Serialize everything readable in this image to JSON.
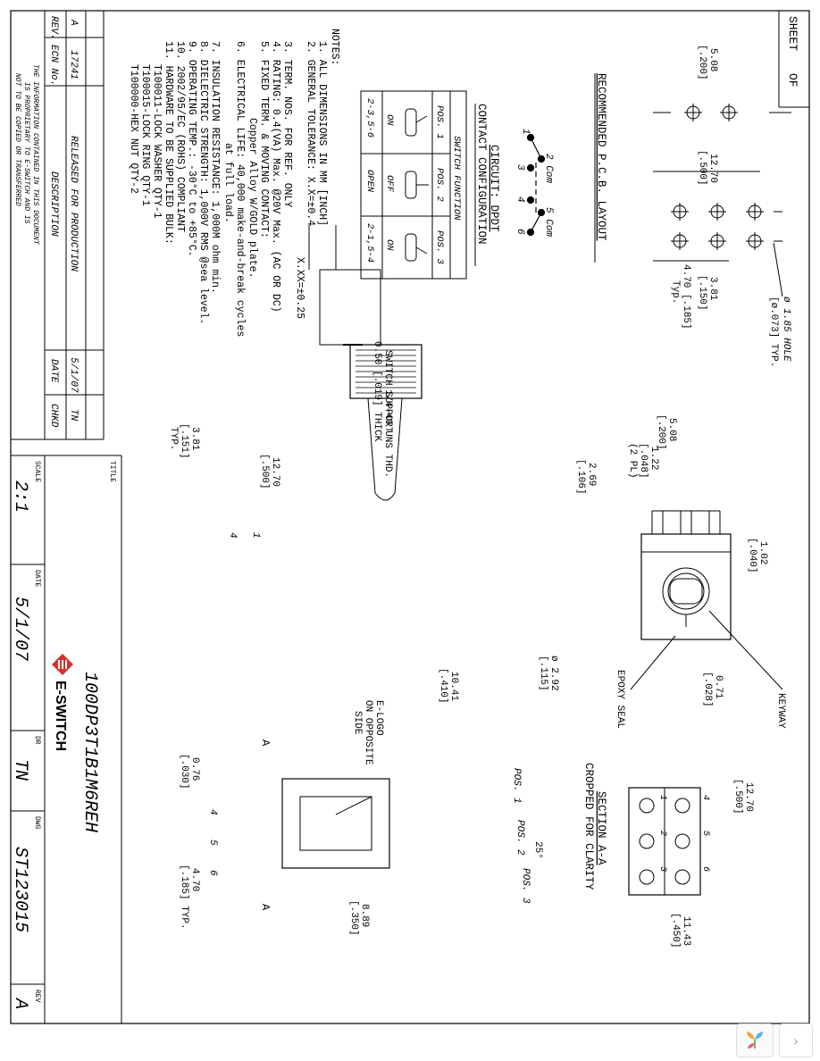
{
  "sheet_header": {
    "sheet": "SHEET",
    "of": "OF"
  },
  "notes": {
    "title": "NOTES:",
    "lines": [
      "1. ALL DIMENSIONS IN MM [INCH]",
      "2. GENERAL TOLERANCE: X.X=±0.4",
      "X.XX=±0.25",
      "3. TERM. NOS. FOR REF. ONLY",
      "4. RATING: 0.4(VA) Max. @20V Max. (AC OR DC)",
      "5. FIXED TERM. & MOVING CONTACT:",
      "Copper Alloy W/GOLD plate.",
      "6. ELECTRICAL LIFE: 40,000 make-and-break cycles",
      "at full load.",
      "7. INSULATION RESISTANCE: 1,000M ohm min.",
      "8. DIELECTRIC STRENGTH: 1,000V RMS @sea level.",
      "9. OPERATING TEMP.: -30°C to +85°C.",
      "10. 2002/95/EC (ROHS) COMPLIANT",
      "11. HARDWARE TO BE SUPPLIED BULK:",
      "T100011-LOCK WASHER QTY-1",
      "T100015-LOCK RING QTY-1",
      "T100000-HEX NUT QTY-2"
    ]
  },
  "revision_block": {
    "headers": [
      "REV.",
      "ECN No.",
      "DESCRIPTION",
      "DATE",
      "CHKD"
    ],
    "row": [
      "A",
      "17241",
      "RELEASED FOR PRODUCTION",
      "5/1/07",
      "TN"
    ],
    "proprietary": [
      "THE INFORMATION CONTAINED IN THIS DOCUMENT",
      "IS PROPRIETARY TO E-SWITCH AND IS",
      "NOT TO BE COPIED OR TRANSFERRED"
    ]
  },
  "title_block": {
    "title_label": "TITLE",
    "title": "100DP3T1B1M6REH",
    "scale_label": "SCALE",
    "scale": "2:1",
    "date_label": "DATE",
    "date": "5/1/07",
    "dr_label": "DR",
    "dr": "TN",
    "dwg_label": "DWG",
    "dwg": "ST123015",
    "rev_label": "REV",
    "rev": "A",
    "logo_text": "E-SWITCH"
  },
  "circuit": {
    "title": "CIRCUIT: DPDT",
    "subtitle": "CONTACT CONFIGURATION",
    "table_header": "SWITCH FUNCTION",
    "positions": [
      "POS. 1",
      "POS. 2",
      "POS. 3"
    ],
    "states": [
      "ON",
      "OFF",
      "ON"
    ],
    "connections": [
      "2-3,5-6",
      "OPEN",
      "2-1,5-4"
    ],
    "terminal_labels": [
      "1",
      "2 Com",
      "3",
      "4",
      "5 Com",
      "6"
    ]
  },
  "pcb_layout": {
    "title": "RECOMMENDED P.C.B. LAYOUT",
    "dims": [
      "5.08",
      "[.200]",
      "12.70",
      "[.500]",
      "3.81",
      "[.150]",
      "4.70 [.185]",
      "Typ.",
      "ø 1.85 HOLE",
      "[ø.073] TYP."
    ]
  },
  "front_view": {
    "dims": [
      "5.08",
      "[.200]",
      "1.22",
      "[.048]",
      "(2 PL)",
      "2.69",
      "[.106]",
      "1.02",
      "[.040]",
      "0.71",
      "[.028]"
    ],
    "labels": [
      "KEYWAY",
      "EPOXY SEAL"
    ]
  },
  "side_view": {
    "labels": [
      "SWITCH SUPPORT",
      "0.50 [.019] THICK",
      "1/4-40 UNS THD."
    ],
    "dims": [
      "3.81",
      "[.151]",
      "TYP.",
      "12.70",
      "[.500]",
      "ø 2.92",
      "[.115]",
      "10.41",
      "[.410]"
    ],
    "terminal_labels": [
      "1",
      "4"
    ]
  },
  "top_view": {
    "labels": [
      "E-LOGO",
      "ON OPPOSITE",
      "SIDE",
      "A",
      "A"
    ],
    "dims": [
      "0.76",
      "[.030]",
      "4.70",
      "[.185] TYP.",
      "8.89",
      "[.350]"
    ],
    "positions": [
      "POS. 1",
      "POS. 2",
      "POS. 3",
      "25°"
    ],
    "terminal_labels": [
      "4",
      "5",
      "6"
    ]
  },
  "section_aa": {
    "title": "SECTION A-A",
    "subtitle": "CROPPED FOR CLARITY",
    "dims": [
      "12.70",
      "[.500]",
      "11.43",
      "[.450]"
    ],
    "pins": [
      "1",
      "2",
      "3",
      "4",
      "5",
      "6"
    ]
  },
  "nav": {
    "next_glyph": "›"
  }
}
